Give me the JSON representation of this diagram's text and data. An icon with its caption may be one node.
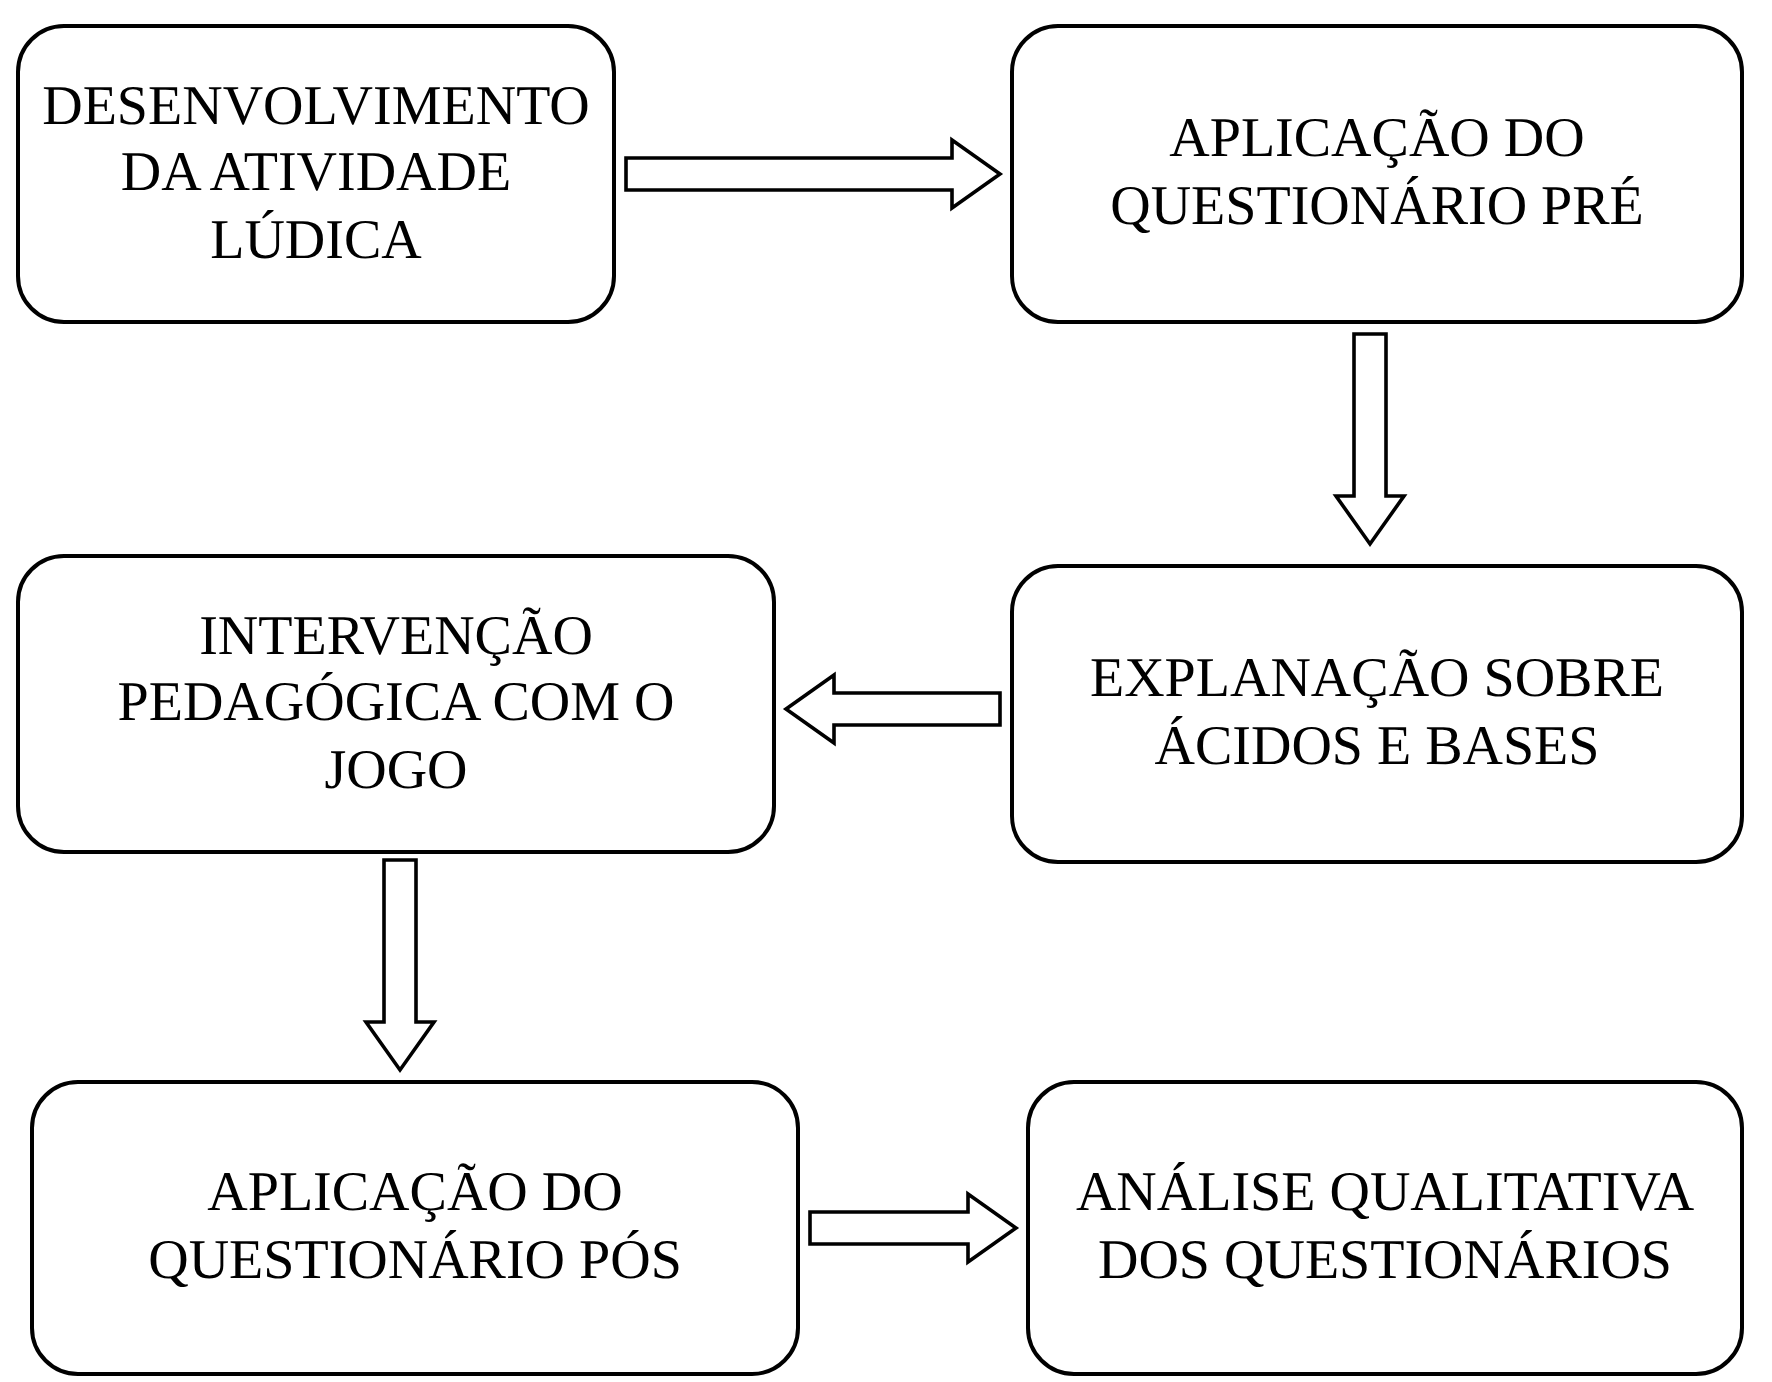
{
  "diagram": {
    "nodes": [
      {
        "text": [
          "DESENVOLVIMENTO DA ATIVIDADE LÚDICA"
        ]
      },
      {
        "text": [
          "APLICAÇÃO DO QUESTIONÁRIO PRÉ"
        ]
      },
      {
        "text": [
          "INTERVENÇÃO PEDAGÓGICA COM O JOGO"
        ]
      },
      {
        "text": [
          "EXPLANAÇÃO SOBRE ÁCIDOS E BASES"
        ]
      },
      {
        "text": [
          "APLICAÇÃO DO QUESTIONÁRIO PÓS"
        ]
      },
      {
        "text": [
          "ANÁLISE QUALITATIVA DOS QUESTIONÁRIOS"
        ]
      }
    ],
    "edges": [
      {
        "from": 0,
        "to": 1,
        "arrow": "to"
      },
      {
        "from": 1,
        "to": 3,
        "arrow": "to"
      },
      {
        "from": 3,
        "to": 2,
        "arrow": "to"
      },
      {
        "from": 2,
        "to": 4,
        "arrow": "to"
      },
      {
        "from": 4,
        "to": 5,
        "arrow": "to"
      }
    ]
  }
}
